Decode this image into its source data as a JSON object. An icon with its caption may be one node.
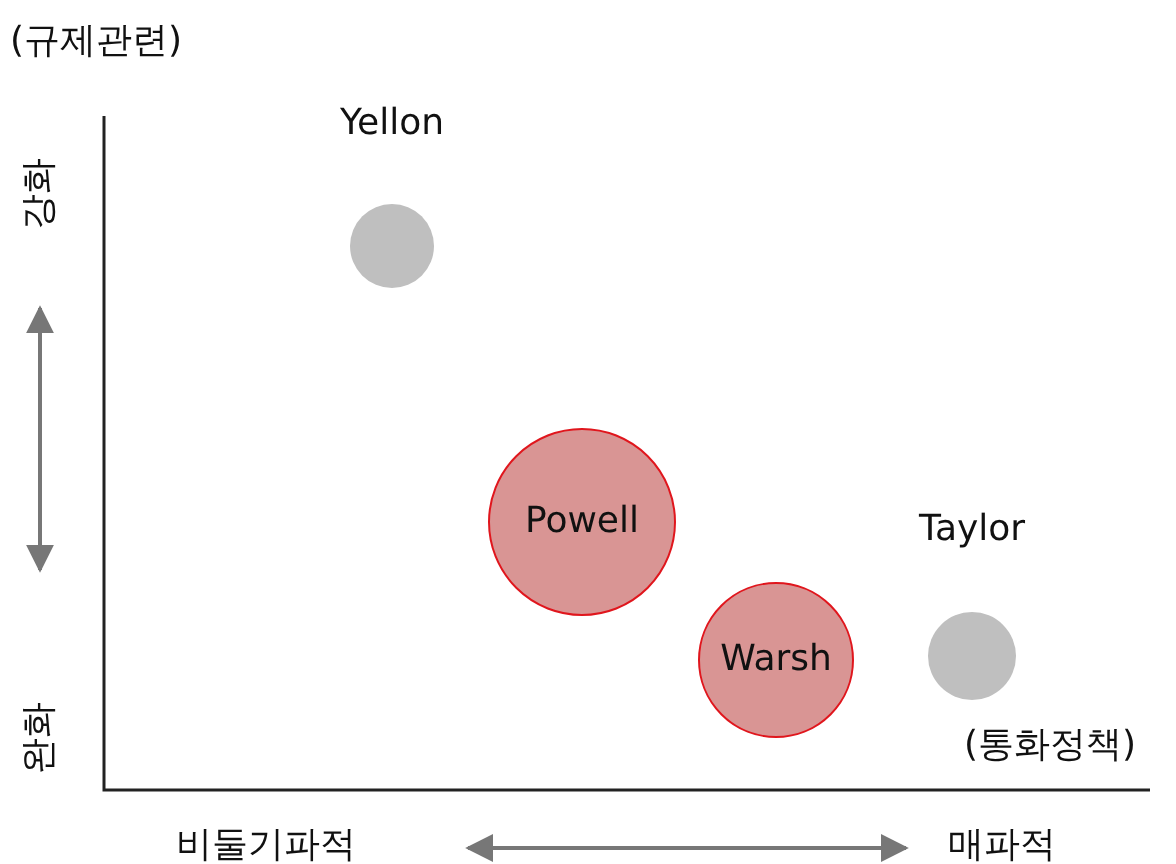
{
  "diagram": {
    "nodes": [
      {
        "text": [
          "Yellon"
        ]
      },
      {
        "text": [
          "Powell"
        ]
      },
      {
        "text": [
          "Warsh"
        ]
      },
      {
        "text": [
          "Taylor"
        ]
      }
    ],
    "labels": [
      "(규제관련)",
      "강화",
      "완화",
      "비둘기파적",
      "매파적",
      "(통화정책)"
    ]
  }
}
